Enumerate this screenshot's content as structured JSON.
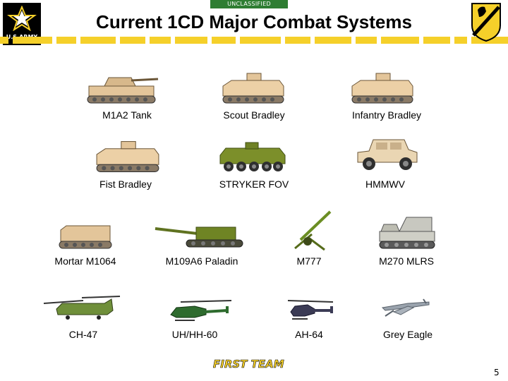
{
  "banner": "UNCLASSIFIED",
  "army_logo_text": "U.S.ARMY",
  "title": "Current 1CD Major Combat Systems",
  "systems": [
    {
      "label": "M1A2 Tank",
      "icon": "tank-icon"
    },
    {
      "label": "Scout Bradley",
      "icon": "bradley-icon"
    },
    {
      "label": "Infantry Bradley",
      "icon": "bradley-icon"
    },
    {
      "label": "Fist Bradley",
      "icon": "bradley-icon"
    },
    {
      "label": "STRYKER FOV",
      "icon": "stryker-icon"
    },
    {
      "label": "HMMWV",
      "icon": "hmmwv-icon"
    },
    {
      "label": "Mortar M1064",
      "icon": "apc-icon"
    },
    {
      "label": "M109A6 Paladin",
      "icon": "howitzer-icon"
    },
    {
      "label": "M777",
      "icon": "towed-howitzer-icon"
    },
    {
      "label": "M270 MLRS",
      "icon": "rocket-launcher-icon"
    },
    {
      "label": "CH-47",
      "icon": "chinook-icon"
    },
    {
      "label": "UH/HH-60",
      "icon": "blackhawk-icon"
    },
    {
      "label": "AH-64",
      "icon": "apache-icon"
    },
    {
      "label": "Grey Eagle",
      "icon": "drone-icon"
    }
  ],
  "footer_logo_text": "FIRST TEAM",
  "page_number": "5",
  "colors": {
    "banner_green": "#2e7d32",
    "stripe_yellow": "#f5d02a",
    "desert_tan": "#e3c59a",
    "olive_green": "#6b8e23"
  }
}
